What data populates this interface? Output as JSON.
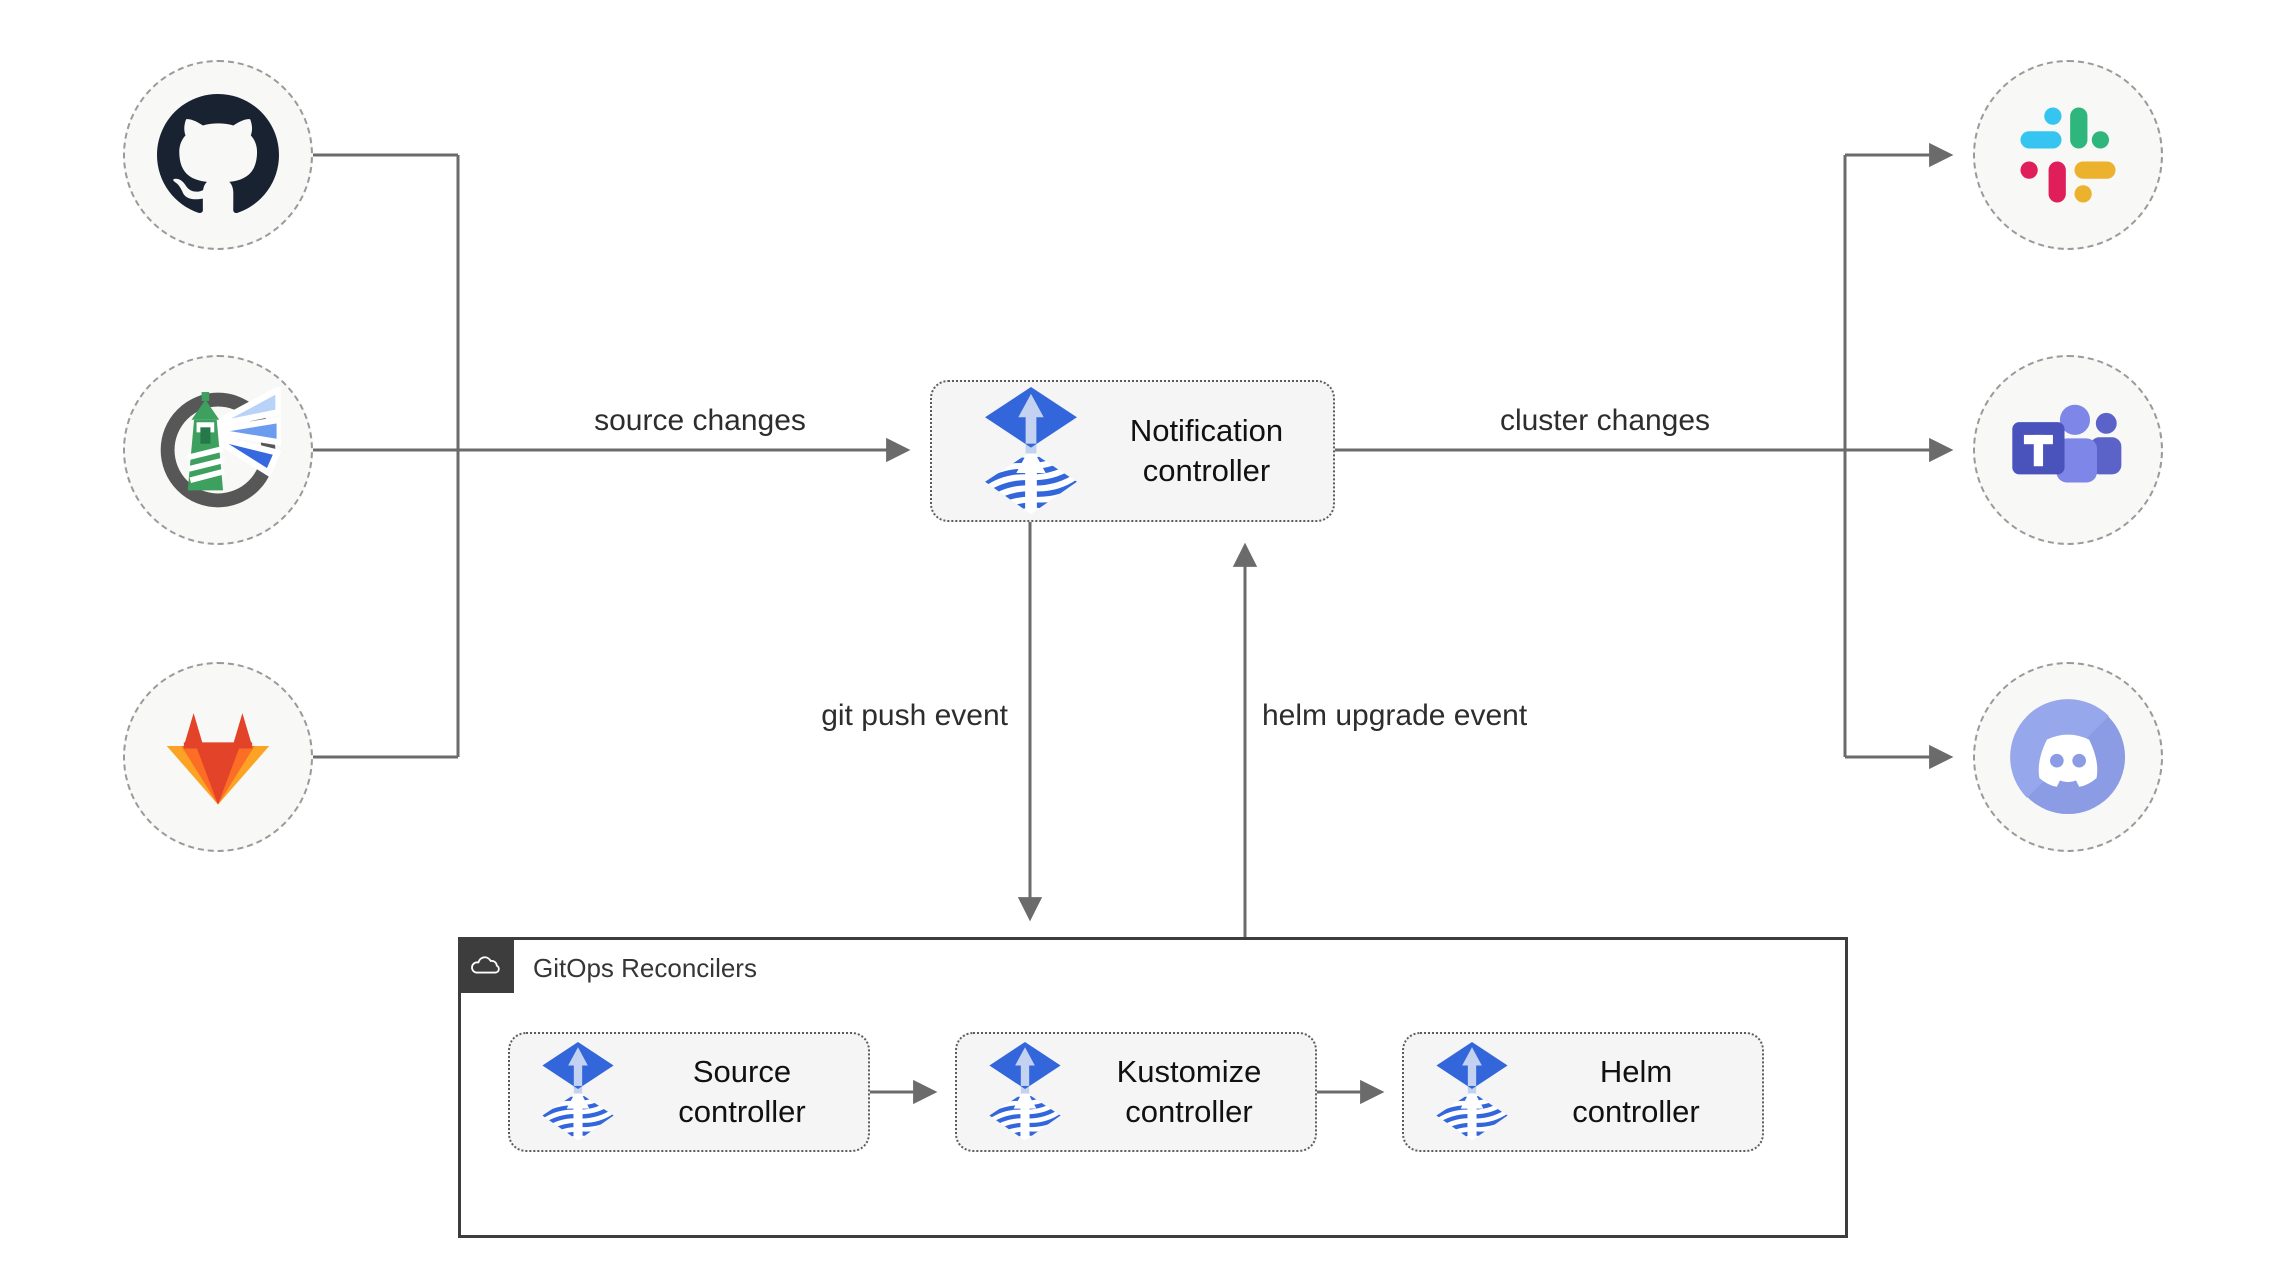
{
  "diagram": {
    "sources": [
      {
        "icon": "github-icon"
      },
      {
        "icon": "harbor-icon"
      },
      {
        "icon": "gitlab-icon"
      }
    ],
    "targets": [
      {
        "icon": "slack-icon"
      },
      {
        "icon": "teams-icon"
      },
      {
        "icon": "discord-icon"
      }
    ],
    "controllers": {
      "notification": {
        "label": "Notification controller",
        "lines": [
          "Notification",
          "controller"
        ],
        "icon": "flux-icon"
      },
      "source": {
        "label": "Source controller",
        "lines": [
          "Source",
          "controller"
        ],
        "icon": "flux-icon"
      },
      "kustomize": {
        "label": "Kustomize controller",
        "lines": [
          "Kustomize",
          "controller"
        ],
        "icon": "flux-icon"
      },
      "helm": {
        "label": "Helm controller",
        "lines": [
          "Helm",
          "controller"
        ],
        "icon": "flux-icon"
      }
    },
    "group": {
      "label": "GitOps Reconcilers",
      "icon": "cloud-icon"
    },
    "edges": {
      "source_changes": "source changes",
      "cluster_changes": "cluster changes",
      "git_push": "git push event",
      "helm_upgrade": "helm upgrade event"
    },
    "colors": {
      "line_gray": "#6b6b6b",
      "node_fill": "#f5f5f5",
      "node_border": "#5c5c5c",
      "circle_fill": "#f8f8f6",
      "circle_border": "#9a9a9a",
      "gitops_border": "#3d3d3d",
      "flux_blue": "#3366db",
      "flux_arrow_light": "#c3d2f0",
      "github_dark": "#182230",
      "harbor_green": "#3da05f",
      "harbor_ring_gray": "#575757",
      "gitlab_red": "#e24329",
      "gitlab_orange": "#fc6d26",
      "gitlab_yellow": "#fca326",
      "slack_blue": "#36c5f0",
      "slack_green": "#2eb67d",
      "slack_red": "#e01e5a",
      "slack_yellow": "#ecb22e",
      "teams_indigo": "#4a52bc",
      "teams_light": "#7e86e8",
      "discord_blurple": "#8fa0e7"
    }
  }
}
